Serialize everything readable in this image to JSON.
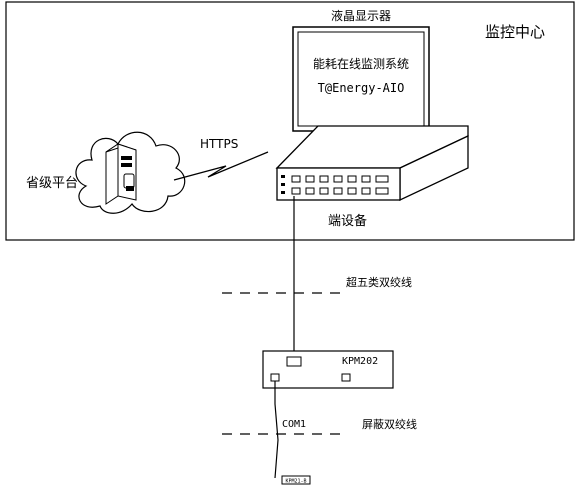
{
  "region": {
    "title": "监控中心"
  },
  "monitor": {
    "label": "液晶显示器",
    "screen_line1": "能耗在线监测系统",
    "screen_line2": "T@Energy-AIO"
  },
  "province": {
    "label": "省级平台"
  },
  "link": {
    "protocol": "HTTPS"
  },
  "gateway": {
    "label": "端设备"
  },
  "cables": {
    "upper": "超五类双绞线",
    "lower": "屏蔽双绞线"
  },
  "collector": {
    "label": "KPM202",
    "port": "COM1"
  },
  "meter": {
    "label": "KPM21-B"
  }
}
